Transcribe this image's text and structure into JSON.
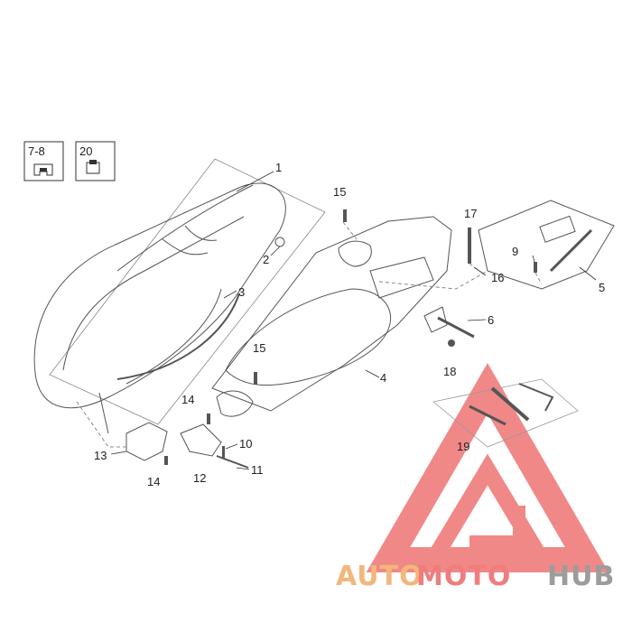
{
  "inset_boxes": [
    {
      "label": "7-8"
    },
    {
      "label": "20"
    }
  ],
  "callouts": [
    {
      "id": "c1",
      "text": "1"
    },
    {
      "id": "c2",
      "text": "2"
    },
    {
      "id": "c3",
      "text": "3"
    },
    {
      "id": "c4",
      "text": "4"
    },
    {
      "id": "c5",
      "text": "5"
    },
    {
      "id": "c6",
      "text": "6"
    },
    {
      "id": "c9",
      "text": "9"
    },
    {
      "id": "c10",
      "text": "10"
    },
    {
      "id": "c11",
      "text": "11"
    },
    {
      "id": "c12",
      "text": "12"
    },
    {
      "id": "c13",
      "text": "13"
    },
    {
      "id": "c14a",
      "text": "14"
    },
    {
      "id": "c14b",
      "text": "14"
    },
    {
      "id": "c15a",
      "text": "15"
    },
    {
      "id": "c15b",
      "text": "15"
    },
    {
      "id": "c16",
      "text": "16"
    },
    {
      "id": "c17",
      "text": "17"
    },
    {
      "id": "c18",
      "text": "18"
    },
    {
      "id": "c19",
      "text": "19"
    }
  ],
  "watermark": {
    "part1": "AUTO",
    "part2": "MOTO",
    "part3": "HUB",
    "colors": {
      "part1": "#f2b77a",
      "part2": "#ef7d7d",
      "part3": "#9c9c9c",
      "triangle": "#ef7474"
    }
  }
}
